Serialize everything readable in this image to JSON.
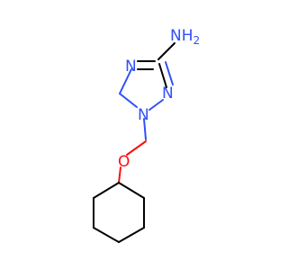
{
  "molecule": {
    "atoms": {
      "amine_label": "NH",
      "amine_subscript": "2",
      "n_ring_left": "N",
      "n_ring_right": "N",
      "n_ring_bottom": "N",
      "oxygen": "O"
    },
    "colors": {
      "nitrogen": "#3050F8",
      "oxygen": "#FF0D0D",
      "carbon_bond": "#000000",
      "background": "#ffffff"
    }
  }
}
